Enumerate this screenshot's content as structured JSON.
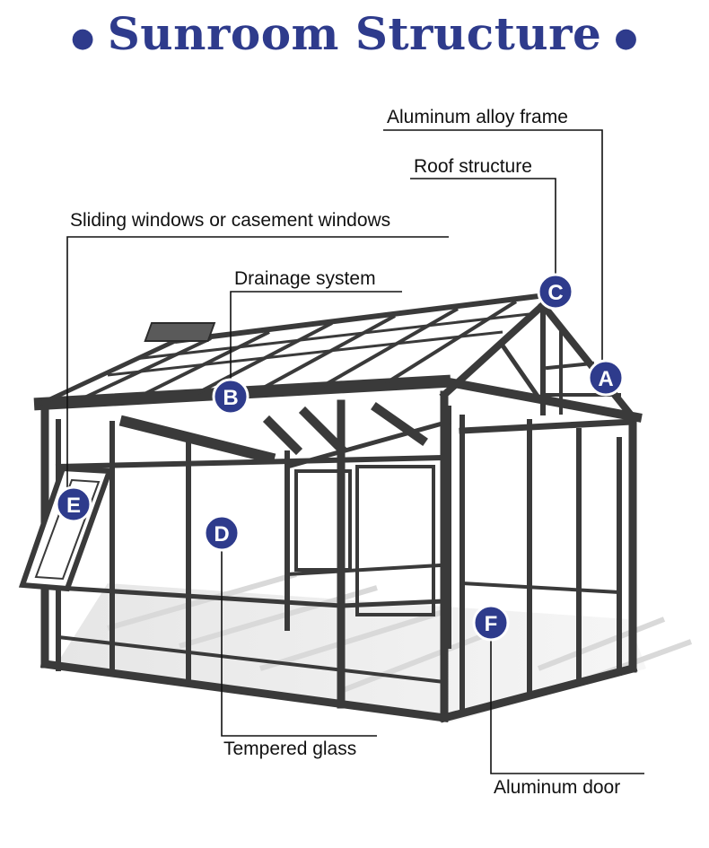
{
  "title": "Sunroom Structure",
  "title_color": "#2e3b8c",
  "labels": {
    "aluminum_alloy_frame": "Aluminum alloy frame",
    "roof_structure": "Roof structure",
    "sliding_windows": "Sliding windows or casement windows",
    "drainage_system": "Drainage system",
    "tempered_glass": "Tempered glass",
    "aluminum_door": "Aluminum door"
  },
  "markers": {
    "a": "A",
    "b": "B",
    "c": "C",
    "d": "D",
    "e": "E",
    "f": "F"
  }
}
